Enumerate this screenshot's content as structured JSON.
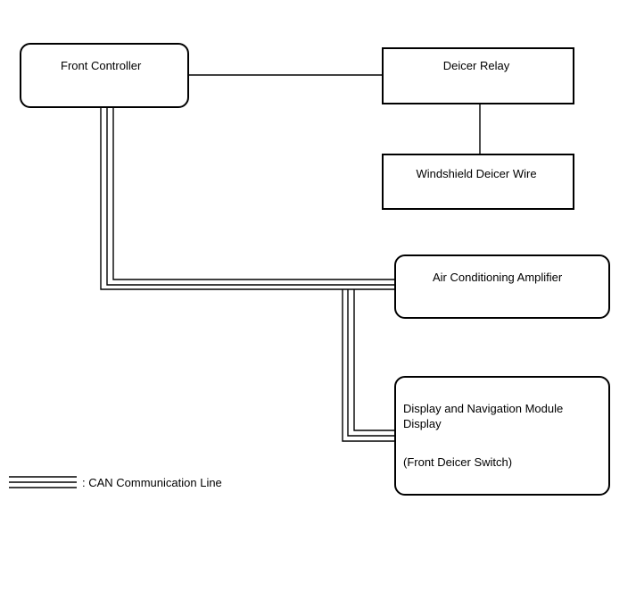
{
  "nodes": {
    "front_controller": "Front Controller",
    "deicer_relay": "Deicer Relay",
    "windshield_deicer_wire": "Windshield Deicer Wire",
    "air_conditioning_amplifier": "Air Conditioning Amplifier",
    "display_navigation": {
      "line1": "Display and Navigation Module",
      "line2": "Display",
      "line3": "(Front Deicer Switch)"
    }
  },
  "legend": {
    "can_line": ": CAN Communication Line"
  }
}
